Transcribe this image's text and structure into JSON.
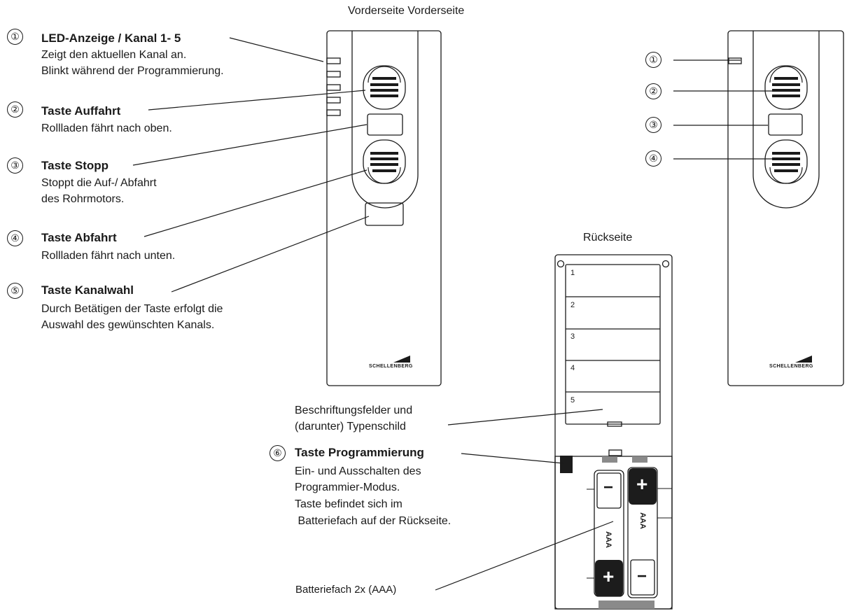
{
  "titles": {
    "front": "Vorderseite Vorderseite",
    "back": "Rückseite"
  },
  "callouts": [
    {
      "num": "①",
      "title": "LED-Anzeige / Kanal 1- 5",
      "lines": [
        "Zeigt den aktuellen Kanal an.",
        "Blinkt während der Programmierung."
      ]
    },
    {
      "num": "②",
      "title": "Taste Auffahrt",
      "lines": [
        "Rollladen fährt nach oben."
      ]
    },
    {
      "num": "③",
      "title": "Taste Stopp",
      "lines": [
        "Stoppt die Auf-/ Abfahrt",
        "des Rohrmotors."
      ]
    },
    {
      "num": "④",
      "title": "Taste Abfahrt",
      "lines": [
        "Rollladen fährt nach unten."
      ]
    },
    {
      "num": "⑤",
      "title": "Taste Kanalwahl",
      "lines": [
        "Durch Betätigen der Taste erfolgt die",
        "Auswahl des gewünschten Kanals."
      ]
    },
    {
      "num": "⑥",
      "title": "Taste Programmierung",
      "lines": [
        "Ein- und Ausschalten des",
        "Programmier-Modus.",
        "Taste befindet sich im",
        " Batteriefach auf der Rückseite."
      ]
    }
  ],
  "right_callouts": [
    "①",
    "②",
    "③",
    "④"
  ],
  "labels": {
    "fields_line1": "Beschriftungsfelder und",
    "fields_line2": "(darunter) Typenschild",
    "battery": "Batteriefach 2x (AAA)"
  },
  "brand": "SCHELLENBERG",
  "slots": [
    "1",
    "2",
    "3",
    "4",
    "5"
  ],
  "battery_labels": {
    "type": "AAA",
    "plus": "+",
    "minus": "−"
  },
  "colors": {
    "ink": "#1a1a1a",
    "battery_dark": "#1c1c1c",
    "contact": "#8a8a8a"
  }
}
